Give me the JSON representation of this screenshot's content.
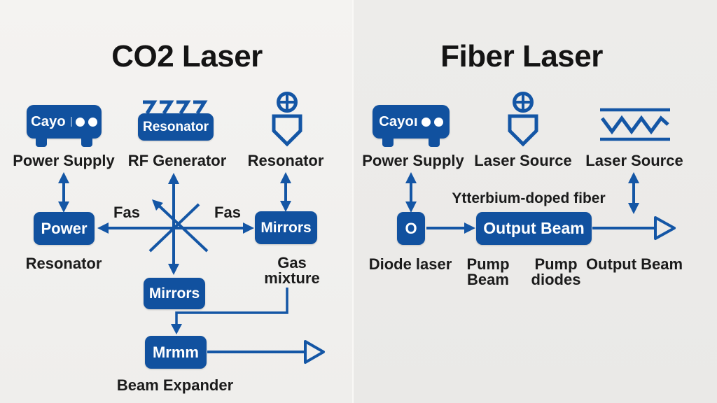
{
  "colors": {
    "box_blue": "#11519f",
    "line_blue": "#1456a5",
    "text": "#1b1b1b",
    "bg_left": "#f3f2f0",
    "bg_right": "#ebeae8"
  },
  "left": {
    "title": "CO2 Laser",
    "device_label": "Cayo",
    "top_items": [
      {
        "label": "Power Supply"
      },
      {
        "label": "RF Generator",
        "box_text": "Resonator"
      },
      {
        "label": "Resonator"
      }
    ],
    "fas_left": "Fas",
    "fas_right": "Fas",
    "power_box": "Power",
    "power_sublabel": "Resonator",
    "mirrors_right_box": "Mirrors",
    "gas_mixture_label": "Gas mixture",
    "mirrors_center_box": "Mirrors",
    "beam_box": "Mrmm",
    "beam_label": "Beam Expander"
  },
  "right": {
    "title": "Fiber Laser",
    "device_label": "Cayoı",
    "top_items": [
      {
        "label": "Power Supply"
      },
      {
        "label": "Laser Source"
      },
      {
        "label": "Laser Source"
      }
    ],
    "fiber_label": "Ytterbium-doped fiber",
    "o_box": "O",
    "output_box": "Output Beam",
    "bottom_labels": [
      "Diode laser",
      "Pump Beam",
      "Pump diodes",
      "Output Beam"
    ]
  }
}
